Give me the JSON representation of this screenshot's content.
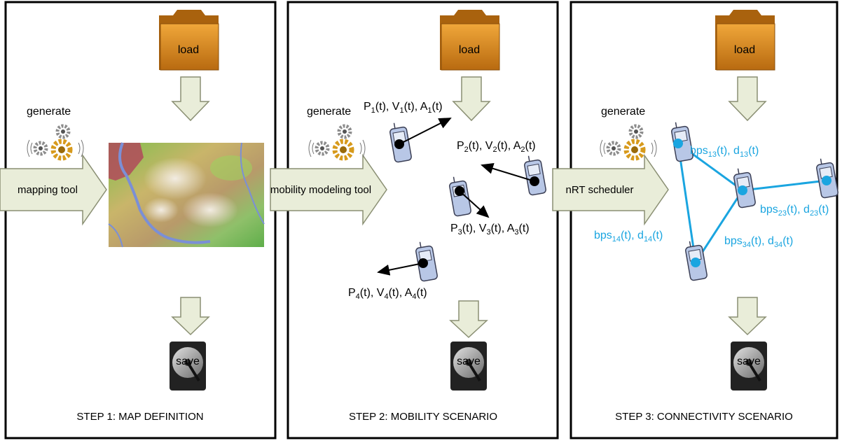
{
  "colors": {
    "panel_border": "#000000",
    "link_blue": "#1aa5e0",
    "arrow_fill": "#e9edd9",
    "arrow_stroke": "#8a8f73",
    "folder": "#d8891c",
    "gear_gold": "#d79a1c",
    "gear_gray": "#8c8c8c"
  },
  "panels": [
    {
      "caption": "STEP 1: MAP DEFINITION",
      "load": "load",
      "generate": "generate",
      "save": "save",
      "tool": "mapping tool"
    },
    {
      "caption": "STEP 2: MOBILITY SCENARIO",
      "load": "load",
      "generate": "generate",
      "save": "save",
      "tool": "mobility modeling tool"
    },
    {
      "caption": "STEP 3: CONNECTIVITY SCENARIO",
      "load": "load",
      "generate": "generate",
      "save": "save",
      "tool": "nRT scheduler"
    }
  ],
  "mobility_labels": [
    {
      "base": [
        "P",
        "1",
        "(t), V",
        "1",
        "(t), A",
        "1",
        "(t)"
      ]
    },
    {
      "base": [
        "P",
        "2",
        "(t), V",
        "2",
        "(t), A",
        "2",
        "(t)"
      ]
    },
    {
      "base": [
        "P",
        "3",
        "(t), V",
        "3",
        "(t), A",
        "3",
        "(t)"
      ]
    },
    {
      "base": [
        "P",
        "4",
        "(t), V",
        "4",
        "(t), A",
        "4",
        "(t)"
      ]
    }
  ],
  "link_labels": [
    {
      "base": [
        "bps",
        "13",
        "(t), d",
        "13",
        "(t)"
      ]
    },
    {
      "base": [
        "bps",
        "23",
        "(t), d",
        "23",
        "(t)"
      ]
    },
    {
      "base": [
        "bps",
        "14",
        "(t), d",
        "14",
        "(t)"
      ]
    },
    {
      "base": [
        "bps",
        "34",
        "(t), d",
        "34",
        "(t)"
      ]
    }
  ]
}
